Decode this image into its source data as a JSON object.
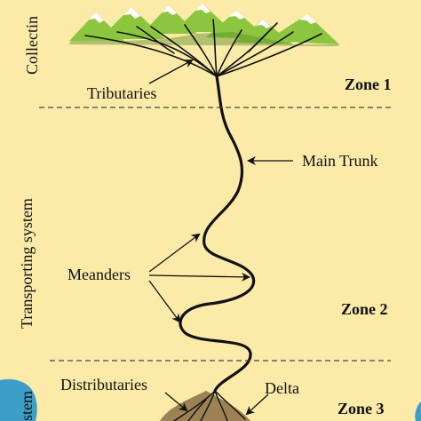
{
  "colors": {
    "background": "#fbeaa8",
    "mountain_green": "#8cc63f",
    "mountain_dark": "#5a8f2a",
    "snow": "#ffffff",
    "river": "#111111",
    "sea": "#3d9fc8",
    "delta": "#9c8154",
    "dash": "#444444"
  },
  "diagram": {
    "side_labels": {
      "collecting": "Collectin",
      "transporting": "Transporting system",
      "dispersing": "stem"
    },
    "zones": {
      "zone1": "Zone 1",
      "zone2": "Zone 2",
      "zone3": "Zone 3"
    },
    "callouts": {
      "tributaries": "Tributaries",
      "main_trunk": "Main Trunk",
      "meanders": "Meanders",
      "distributaries": "Distributaries",
      "delta": "Delta"
    },
    "icons": {
      "mountains": "snow-capped-mountains-icon",
      "river": "river-icon",
      "sea": "sea-icon",
      "delta": "delta-fan-icon"
    }
  }
}
